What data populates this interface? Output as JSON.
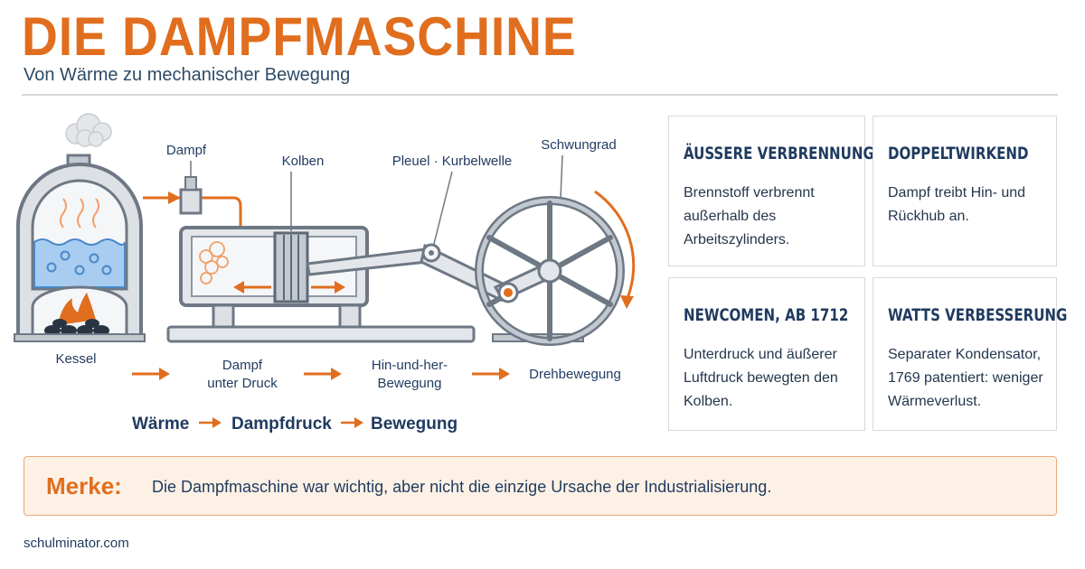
{
  "header": {
    "title": "DIE DAMPFMASCHINE",
    "subtitle": "Von Wärme zu mechanischer Bewegung"
  },
  "diagram": {
    "labels": {
      "dampf": "Dampf",
      "kolben": "Kolben",
      "pleuel_kurbelwelle": "Pleuel · Kurbelwelle",
      "schwungrad": "Schwungrad",
      "kessel": "Kessel",
      "dampf_unter_druck_1": "Dampf",
      "dampf_unter_druck_2": "unter Druck",
      "hin_und_her_1": "Hin-und-her-",
      "hin_und_her_2": "Bewegung",
      "drehbewegung": "Drehbewegung"
    },
    "chain": [
      "Wärme",
      "Dampfdruck",
      "Bewegung"
    ],
    "colors": {
      "accent": "#e06e1e",
      "metal": "#8c96a3",
      "metal_light": "#e3e6ea",
      "water": "#a9cdf0",
      "navy": "#1f3a5f"
    }
  },
  "cards": [
    {
      "title": "ÄUSSERE VERBRENNUNG",
      "text": "Brennstoff verbrennt außerhalb des Arbeitszylinders."
    },
    {
      "title": "DOPPELTWIRKEND",
      "text": "Dampf treibt Hin- und Rückhub an."
    },
    {
      "title": "NEWCOMEN, AB 1712",
      "text": "Unterdruck und äußerer Luftdruck bewegten den Kolben."
    },
    {
      "title": "WATTS VERBESSERUNG",
      "text": "Separater Kondensator, 1769 patentiert: weniger Wärmeverlust."
    }
  ],
  "merke": {
    "label": "Merke:",
    "text": "Die Dampfmaschine war wichtig, aber nicht die einzige Ursache der Industrialisierung."
  },
  "footer": {
    "site": "schulminator.com"
  }
}
